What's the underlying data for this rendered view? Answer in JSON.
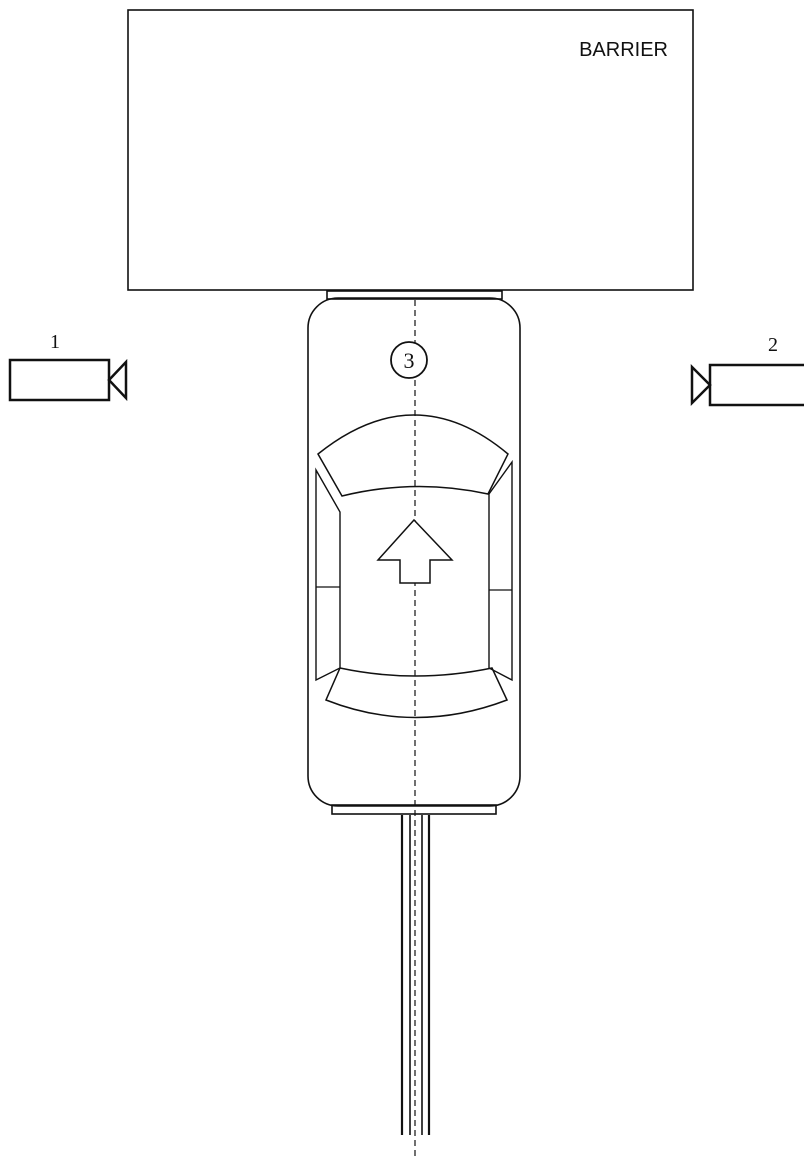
{
  "barrier": {
    "label": "BARRIER"
  },
  "cameras": [
    {
      "label": "1",
      "facing": "right"
    },
    {
      "label": "2",
      "facing": "left"
    }
  ],
  "vehicle_camera": {
    "label": "3"
  },
  "direction_arrow": {
    "direction": "up"
  },
  "colors": {
    "ink": "#111111",
    "background": "#ffffff"
  }
}
